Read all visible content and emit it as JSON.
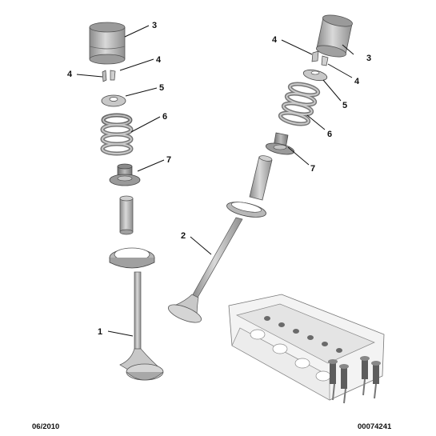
{
  "callouts": {
    "left": {
      "n1": "1",
      "n3": "3",
      "n4a": "4",
      "n4b": "4",
      "n5": "5",
      "n6": "6",
      "n7": "7"
    },
    "right": {
      "n2": "2",
      "n3": "3",
      "n4a": "4",
      "n4b": "4",
      "n5": "5",
      "n6": "6",
      "n7": "7"
    }
  },
  "footer": {
    "date": "06/2010",
    "reference": "00074241"
  },
  "colors": {
    "part_fill": "#b5b5b5",
    "part_dark": "#7a7a7a",
    "part_light": "#e6e6e6",
    "ink": "#111111"
  }
}
